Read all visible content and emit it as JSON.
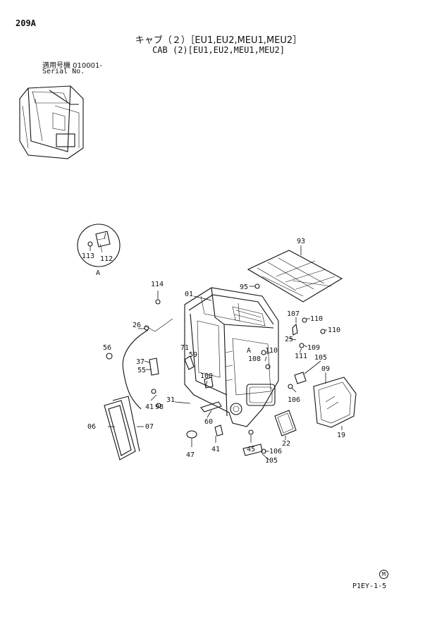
{
  "header": {
    "page_id": "209A",
    "title_jp": "キャブ（２）［EU1,EU2,MEU1,MEU2］",
    "title_en": "CAB (2)[EU1,EU2,MEU1,MEU2]",
    "serial_jp": "適用号機 010001-",
    "serial_en": "Serial No."
  },
  "footer": {
    "m_mark": "M",
    "page_code": "P1EY-1-5"
  },
  "detail_a": {
    "letter": "A"
  },
  "callouts": [
    "93",
    "95",
    "114",
    "01",
    "107",
    "110",
    "110",
    "26",
    "25",
    "109",
    "56",
    "71",
    "59",
    "37",
    "55",
    "A",
    "108",
    "110",
    "111",
    "105",
    "09",
    "100",
    "41",
    "98",
    "31",
    "106",
    "06",
    "07",
    "60",
    "22",
    "19",
    "47",
    "41",
    "45",
    "106",
    "105",
    "113",
    "112"
  ]
}
